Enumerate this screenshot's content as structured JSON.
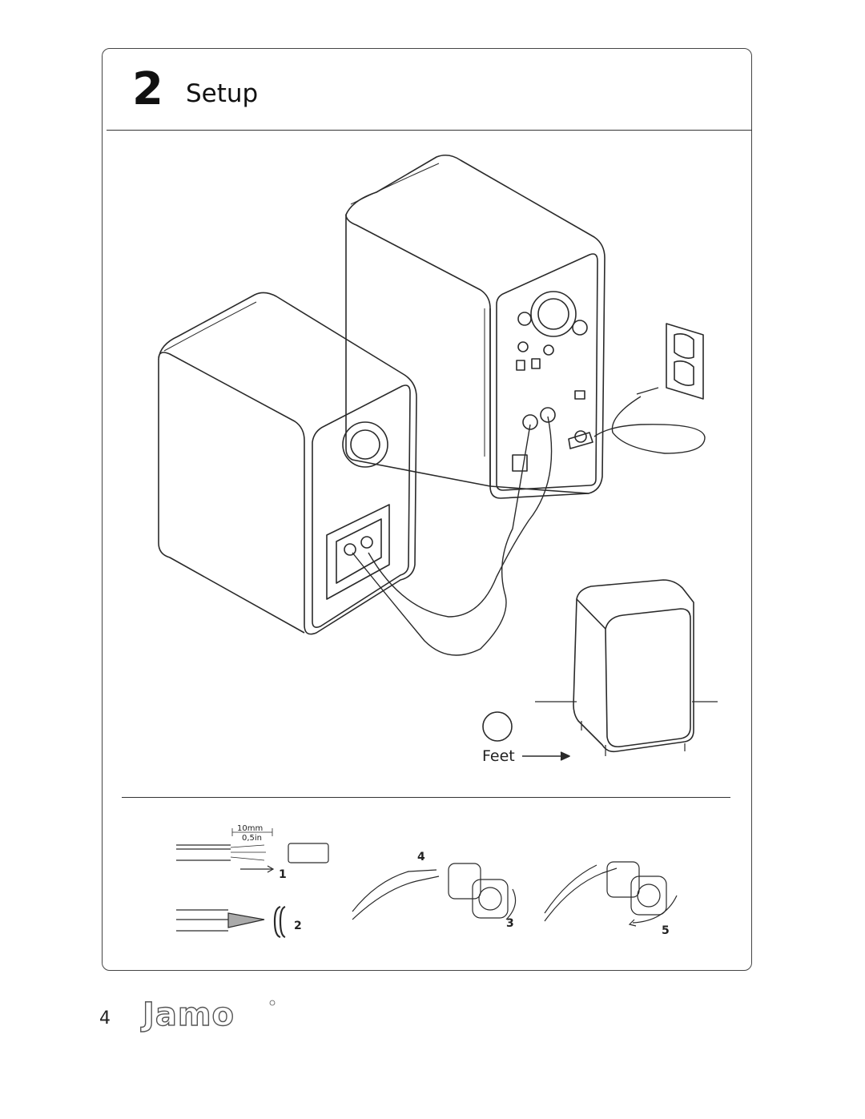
{
  "header": {
    "step_number": "2",
    "title": "Setup"
  },
  "illustration": {
    "feet_label": "Feet",
    "icons": [
      "speaker-left-rear-icon",
      "speaker-right-rear-icon",
      "wall-outlet-icon",
      "speaker-front-icon"
    ]
  },
  "wire_prep": {
    "strip_length": "10mm",
    "strip_length_imperial": "0,5in",
    "steps": [
      "1",
      "2",
      "3",
      "4",
      "5"
    ]
  },
  "footer": {
    "page_number": "4",
    "brand": "Jamo"
  }
}
